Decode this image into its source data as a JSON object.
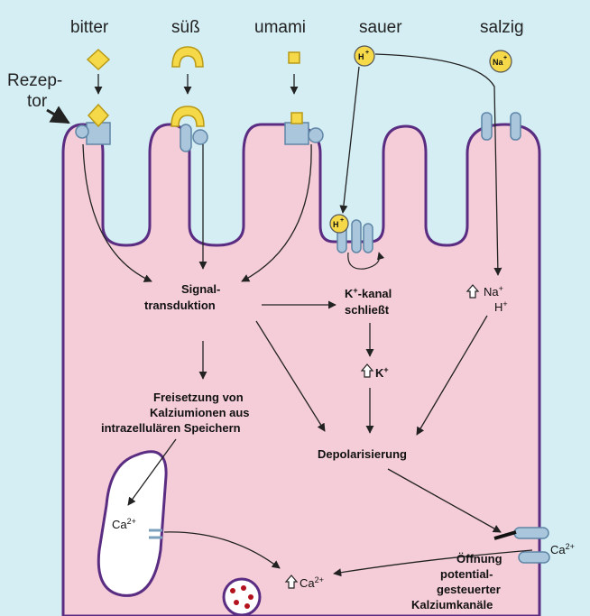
{
  "tastes": {
    "bitter": "bitter",
    "suess": "süß",
    "umami": "umami",
    "sauer": "sauer",
    "salzig": "salzig"
  },
  "receptor_label_line1": "Rezep-",
  "receptor_label_line2": "tor",
  "ions": {
    "h": "H",
    "h_sup": "+",
    "na": "Na",
    "na_sup": "+"
  },
  "nodes": {
    "signal_line1": "Signal-",
    "signal_line2": "transduktion",
    "kchannel_line1": "K",
    "kchannel_sup": "+",
    "kchannel_line1_rest": "-kanal",
    "kchannel_line2": "schließt",
    "k_out": "K",
    "k_out_sup": "+",
    "na_in": "Na",
    "na_in_sup": "+",
    "h_in": "H",
    "h_in_sup": "+",
    "release_line1": "Freisetzung von",
    "release_line2": "Kalziumionen aus",
    "release_line3": "intrazellulären Speichern",
    "depol": "Depolarisierung",
    "ca_store": "Ca",
    "ca_store_sup": "2+",
    "ca_center": "Ca",
    "ca_center_sup": "2+",
    "ca_outside": "Ca",
    "ca_outside_sup": "2+",
    "opening_line1": "Öffnung",
    "opening_line2": "potential-",
    "opening_line3": "gesteuerter",
    "opening_line4": "Kalziumkanäle"
  },
  "colors": {
    "background": "#d4eef4",
    "cell_fill": "#f5cdd8",
    "membrane": "#5a2d82",
    "tastant": "#f5d949",
    "channel": "#a9c6dc"
  }
}
